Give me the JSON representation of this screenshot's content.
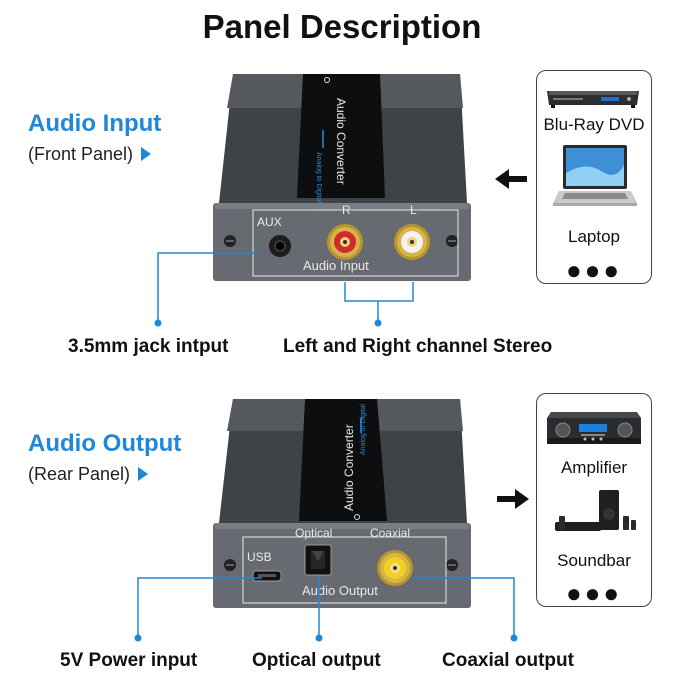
{
  "title": "Panel Description",
  "input": {
    "title": "Audio Input",
    "subtitle": "(Front Panel)",
    "panel_aux": "AUX",
    "panel_r": "R",
    "panel_l": "L",
    "panel_caption": "Audio Input",
    "device_text": "Audio Converter",
    "device_subtext": "Analog to Digital",
    "callouts": [
      "3.5mm jack intput",
      "Left and Right channel Stereo"
    ],
    "sources": [
      "Blu-Ray DVD",
      "Laptop"
    ],
    "more": "●●●"
  },
  "output": {
    "title": "Audio Output",
    "subtitle": "(Rear Panel)",
    "panel_usb": "USB",
    "panel_optical": "Optical",
    "panel_coaxial": "Coaxial",
    "panel_caption": "Audio Output",
    "device_text": "Audio Converter",
    "device_subtext": "Analog to Digital",
    "callouts": [
      "5V Power input",
      "Optical output",
      "Coaxial output"
    ],
    "targets": [
      "Amplifier",
      "Soundbar"
    ],
    "more": "●●●"
  },
  "colors": {
    "accent": "#1e88d8",
    "device": "#4a4d52",
    "panel": "#6d7076"
  }
}
